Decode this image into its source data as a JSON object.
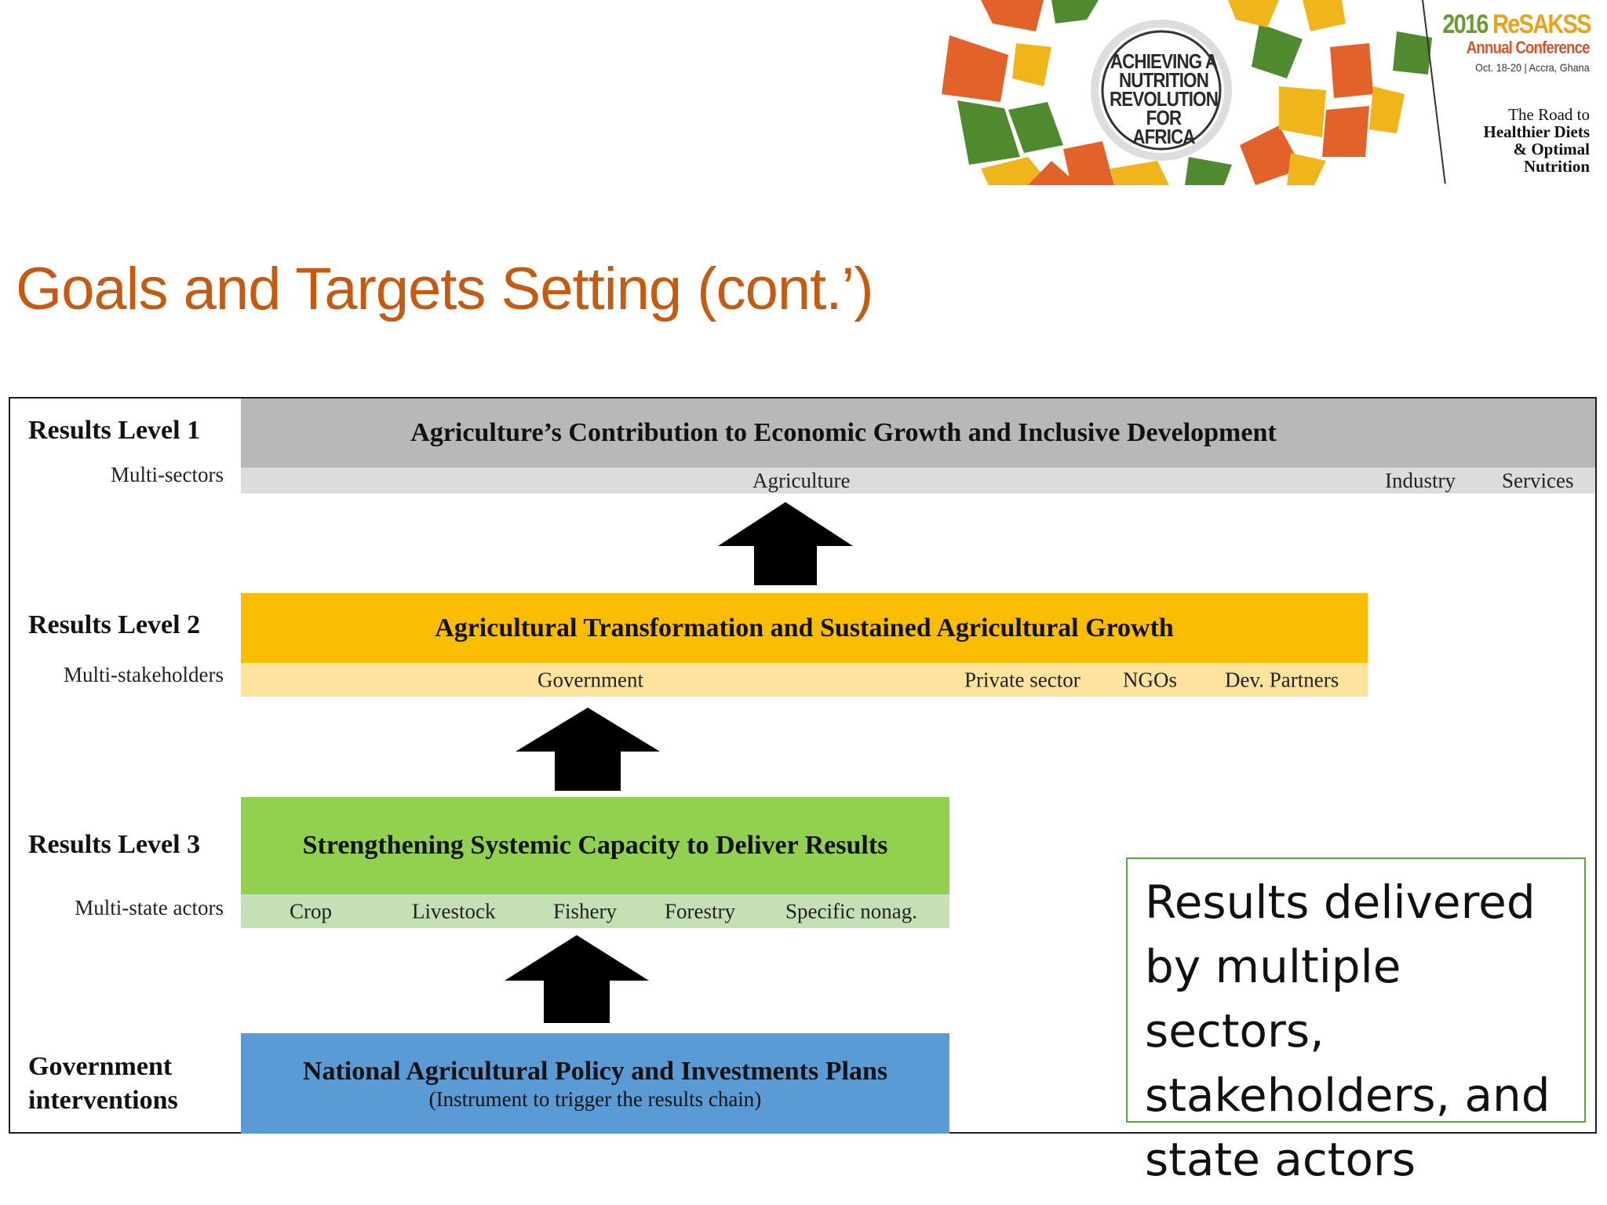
{
  "header": {
    "logo": {
      "center_lines": [
        "ACHIEVING A",
        "NUTRITION",
        "REVOLUTION FOR",
        "AFRICA"
      ],
      "year": "2016",
      "org": "ReSAKSS",
      "event": "Annual Conference",
      "date_place": "Oct. 18-20 | Accra, Ghana",
      "tagline": [
        "The Road to",
        "Healthier Diets",
        "& Optimal",
        "Nutrition"
      ],
      "colors": {
        "orange": "#e2622a",
        "green": "#4f8b2e",
        "yellow": "#f1b51c",
        "light_yellow": "#f6d04a"
      }
    }
  },
  "title": "Goals and Targets Setting (cont.’)",
  "diagram": {
    "level1": {
      "label": "Results Level 1",
      "sub_label": "Multi-sectors",
      "band": "Agriculture’s Contribution to Economic Growth and Inclusive Development",
      "items": [
        "Agriculture",
        "Industry",
        "Services"
      ],
      "color": "#b8b8b8",
      "sub_color": "#dcdcdc"
    },
    "level2": {
      "label": "Results Level 2",
      "sub_label": "Multi-stakeholders",
      "band": "Agricultural Transformation and Sustained Agricultural Growth",
      "items": [
        "Government",
        "Private sector",
        "NGOs",
        "Dev. Partners"
      ],
      "color": "#fbbd00",
      "sub_color": "#fde49e"
    },
    "level3": {
      "label": "Results Level 3",
      "sub_label": "Multi-state actors",
      "band": "Strengthening Systemic Capacity to Deliver Results",
      "items": [
        "Crop",
        "Livestock",
        "Fishery",
        "Forestry",
        "Specific nonag."
      ],
      "color": "#92d050",
      "sub_color": "#c5e0b4"
    },
    "base": {
      "label": [
        "Government",
        "interventions"
      ],
      "band": "National Agricultural Policy and Investments Plans",
      "subtitle": "(Instrument to trigger the results chain)",
      "color": "#5b9bd5"
    }
  },
  "callout": {
    "lines": [
      "Results delivered",
      "by multiple sectors,",
      "stakeholders, and",
      "state actors"
    ],
    "border_color": "#5aa83d"
  }
}
